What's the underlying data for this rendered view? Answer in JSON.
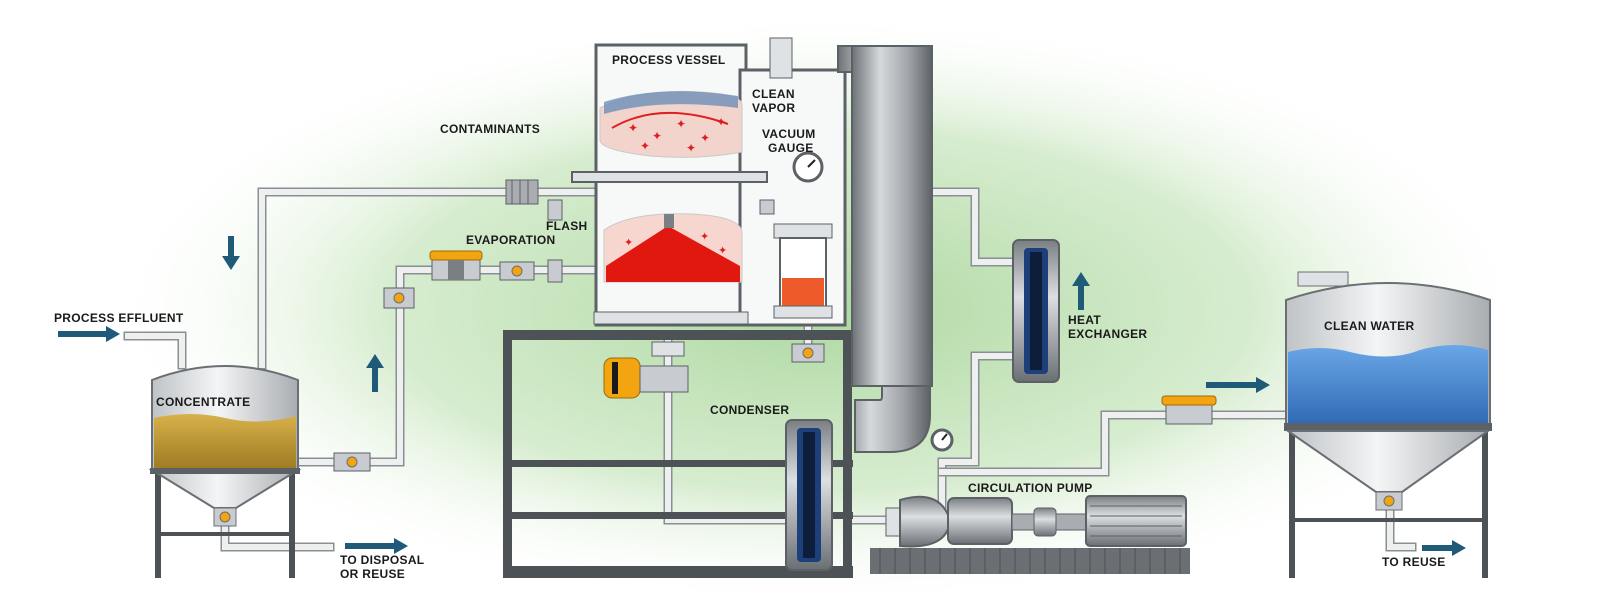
{
  "labels": {
    "process_vessel": "PROCESS VESSEL",
    "clean_vapor_1": "CLEAN",
    "clean_vapor_2": "VAPOR",
    "vacuum_gauge_1": "VACUUM",
    "vacuum_gauge_2": "GAUGE",
    "contaminants": "CONTAMINANTS",
    "flash_evaporation_1": "FLASH",
    "flash_evaporation_2": "EVAPORATION",
    "process_effluent": "PROCESS EFFLUENT",
    "concentrate": "CONCENTRATE",
    "to_disposal_1": "TO DISPOSAL",
    "to_disposal_2": "OR REUSE",
    "condenser": "CONDENSER",
    "heat_exchanger_1": "HEAT",
    "heat_exchanger_2": "EXCHANGER",
    "circulation_pump": "CIRCULATION PUMP",
    "clean_water": "CLEAN WATER",
    "to_reuse": "TO REUSE"
  },
  "colors": {
    "pipe": "#eef0f0",
    "pipe_stroke": "#8a8f94",
    "steel": "#9a9ea3",
    "steel_dark": "#5c6166",
    "frame": "#4d5257",
    "arrow": "#1f5a78",
    "concentrate_liquid": "#c49a2e",
    "clean_water_liquid": "#3d7ec9",
    "contaminant_red": "#e02020",
    "valve_orange": "#f2a510",
    "glow_green": "#bfe0b5"
  }
}
